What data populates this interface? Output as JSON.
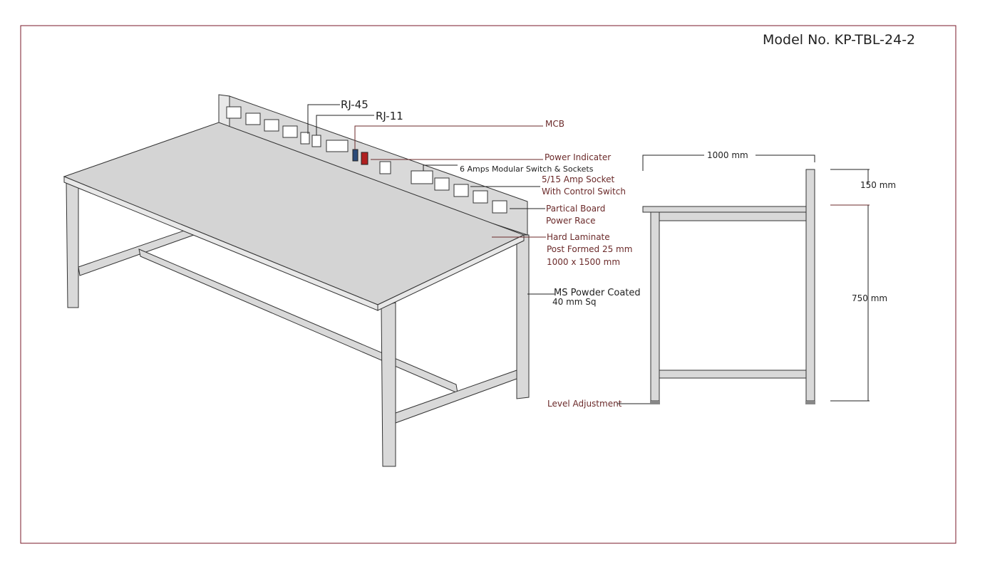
{
  "title": "Model No. KP-TBL-24-2",
  "labels": {
    "rj45": "RJ-45",
    "rj11": "RJ-11",
    "mcb": "MCB",
    "power_indicator": "Power Indicater",
    "modular": "6 Amps Modular Switch & Sockets",
    "socket_1": "5/15 Amp Socket",
    "socket_2": "With Control Switch",
    "board_1": "Partical Board",
    "board_2": "Power Race",
    "laminate_1": "Hard Laminate",
    "laminate_2": "Post Formed 25 mm",
    "laminate_3": "1000 x 1500 mm",
    "frame_1": "MS Powder Coated",
    "frame_2": "40 mm Sq",
    "level": "Level Adjustment"
  },
  "dimensions": {
    "width": "1000 mm",
    "backboard_height": "150 mm",
    "table_height": "750 mm"
  },
  "colors": {
    "label": "#6b2a2a",
    "indicator": "#b02020",
    "mcb": "#2a4a7a",
    "frame": "#7a1a2a"
  }
}
